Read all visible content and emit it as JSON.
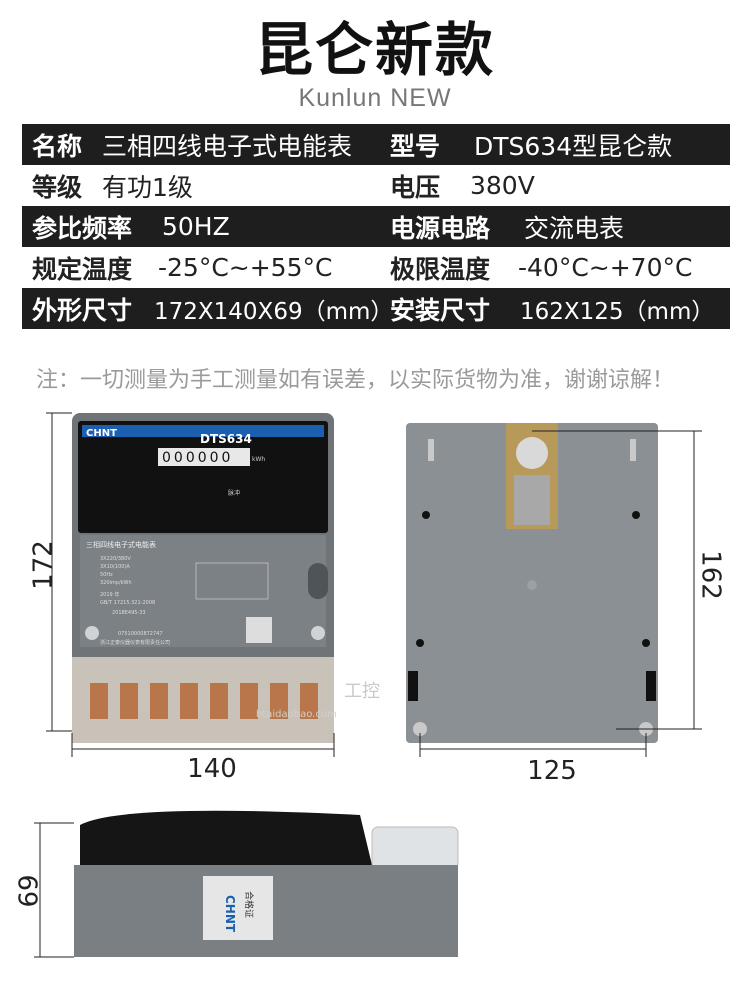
{
  "header": {
    "title": "昆仑新款",
    "subtitle": "Kunlun NEW"
  },
  "specs": [
    {
      "l1": "名称",
      "v1": "三相四线电子式电能表",
      "l2": "型号",
      "v2": "DTS634型昆仑款"
    },
    {
      "l1": "等级",
      "v1": "有功1级",
      "l2": "电压",
      "v2": "380V"
    },
    {
      "l1": "参比频率",
      "v1": "50HZ",
      "l2": "电源电路",
      "v2": "交流电表"
    },
    {
      "l1": "规定温度",
      "v1": "-25°C~+55°C",
      "l2": "极限温度",
      "v2": "-40°C~+70°C"
    },
    {
      "l1": "外形尺寸",
      "v1": "172X140X69（mm）",
      "l2": "安装尺寸",
      "v2": "162X125（mm）"
    }
  ],
  "note": "注：一切测量为手工测量如有误差，以实际货物为准，谢谢谅解！",
  "dimensions": {
    "front_height": "172",
    "front_width": "140",
    "back_height": "162",
    "back_width": "125",
    "side_height": "69"
  },
  "device": {
    "brand": "CHNT",
    "model": "DTS634",
    "display": "000000",
    "unit": "kWh",
    "pulse": "脉冲",
    "panel_title": "三相四线电子式电能表",
    "panel_lines": [
      "3X220/380V",
      "3X10(100)A",
      "50Hz",
      "320imp/kWh"
    ],
    "year": "2019 年",
    "standard": "GB/T 17215.321-2008",
    "cert": "2018E495-33",
    "serial": "07510000872747",
    "maker": "浙江正泰仪器仪表有限责任公司",
    "side_label": "合格证",
    "watermark": "工控",
    "watermark_url": "htaidaobao.com"
  },
  "colors": {
    "dark_row": "#1e1e1e",
    "meter_body": "#757a7e",
    "meter_top": "#111111",
    "back_plate": "#8b9095"
  }
}
